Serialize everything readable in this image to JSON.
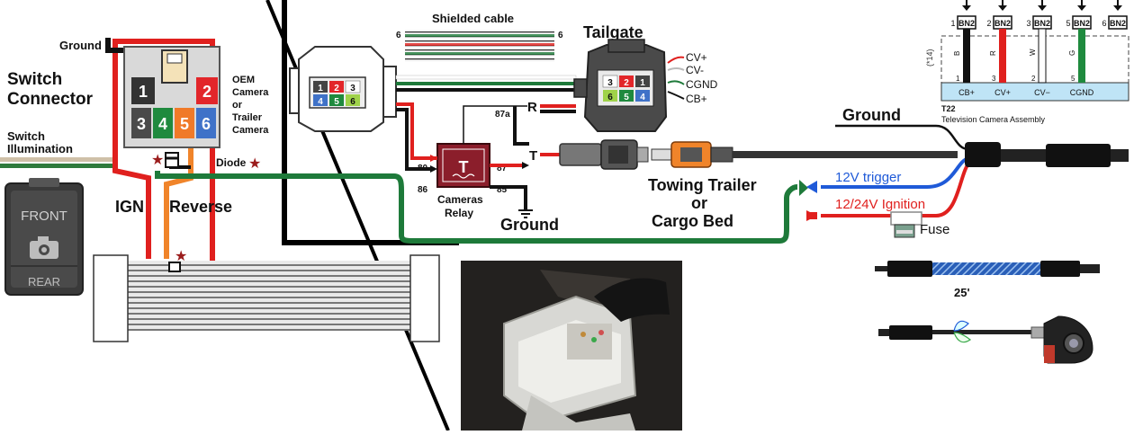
{
  "labels": {
    "ground_top": "Ground",
    "switch_connector_line1": "Switch",
    "switch_connector_line2": "Connector",
    "switch_illum_line1": "Switch",
    "switch_illum_line2": "Illumination",
    "oem_line1": "OEM",
    "oem_line2": "Camera",
    "oem_line3": "or",
    "oem_line4": "Trailer",
    "oem_line5": "Camera",
    "diode": "Diode",
    "ign": "IGN",
    "reverse": "Reverse",
    "shielded_cable": "Shielded cable",
    "shielded_left_num": "6",
    "shielded_right_num": "6",
    "tailgate": "Tailgate",
    "cv_plus": "CV+",
    "cv_minus": "CV-",
    "cgnd": "CGND",
    "cb_plus": "CB+",
    "relay_r": "R",
    "relay_t": "T",
    "relay_87a": "87a",
    "relay_80": "80",
    "relay_86": "86",
    "relay_87": "87",
    "relay_85": "85",
    "relay_letter": "T",
    "cameras_relay_line1": "Cameras",
    "cameras_relay_line2": "Relay",
    "ground_relay": "Ground",
    "towing_line1": "Towing Trailer",
    "towing_line2": "or",
    "towing_line3": "Cargo Bed",
    "ground_right": "Ground",
    "trigger_12v": "12V  trigger",
    "ignition_1224": "12/24V Ignition",
    "fuse": "Fuse",
    "cable_length": "25'",
    "switch_front": "FRONT",
    "switch_rear": "REAR"
  },
  "switch_pins": {
    "top": [
      "1",
      "2"
    ],
    "bottom": [
      "3",
      "4",
      "5",
      "6"
    ]
  },
  "left_connector_pins": {
    "top": [
      "1",
      "2",
      "3"
    ],
    "bottom": [
      "4",
      "5",
      "6"
    ]
  },
  "tailgate_pins": {
    "top": [
      "3",
      "2",
      "1"
    ],
    "bottom": [
      "6",
      "5",
      "4"
    ]
  },
  "t22": {
    "title": "T22",
    "subtitle": "Television Camera Assembly",
    "side_label": "(*14)",
    "pins": [
      {
        "num": "1",
        "tag": "BN2",
        "wire": "B",
        "func": "CB+",
        "num_bottom": "1"
      },
      {
        "num": "2",
        "tag": "BN2",
        "wire": "R",
        "func": "CV+",
        "num_bottom": "3"
      },
      {
        "num": "3",
        "tag": "BN2",
        "wire": "W",
        "func": "CV−",
        "num_bottom": "2"
      },
      {
        "num": "5",
        "tag": "BN2",
        "wire": "G",
        "func": "CGND",
        "num_bottom": "5"
      },
      {
        "num": "6",
        "tag": "BN2",
        "wire": "",
        "func": "",
        "num_bottom": ""
      }
    ]
  },
  "colors": {
    "red": "#e0201e",
    "green": "#1e7a3a",
    "orange": "#f0842a",
    "blue": "#1f5ad8",
    "black": "#111111",
    "pin_gray": "#4a4a4a",
    "pin_green": "#1f8a3e",
    "pin_orange": "#f07a28",
    "pin_blue": "#3f72c8",
    "pin_red": "#e2262a",
    "t22_blue": "#bfe4f6"
  }
}
